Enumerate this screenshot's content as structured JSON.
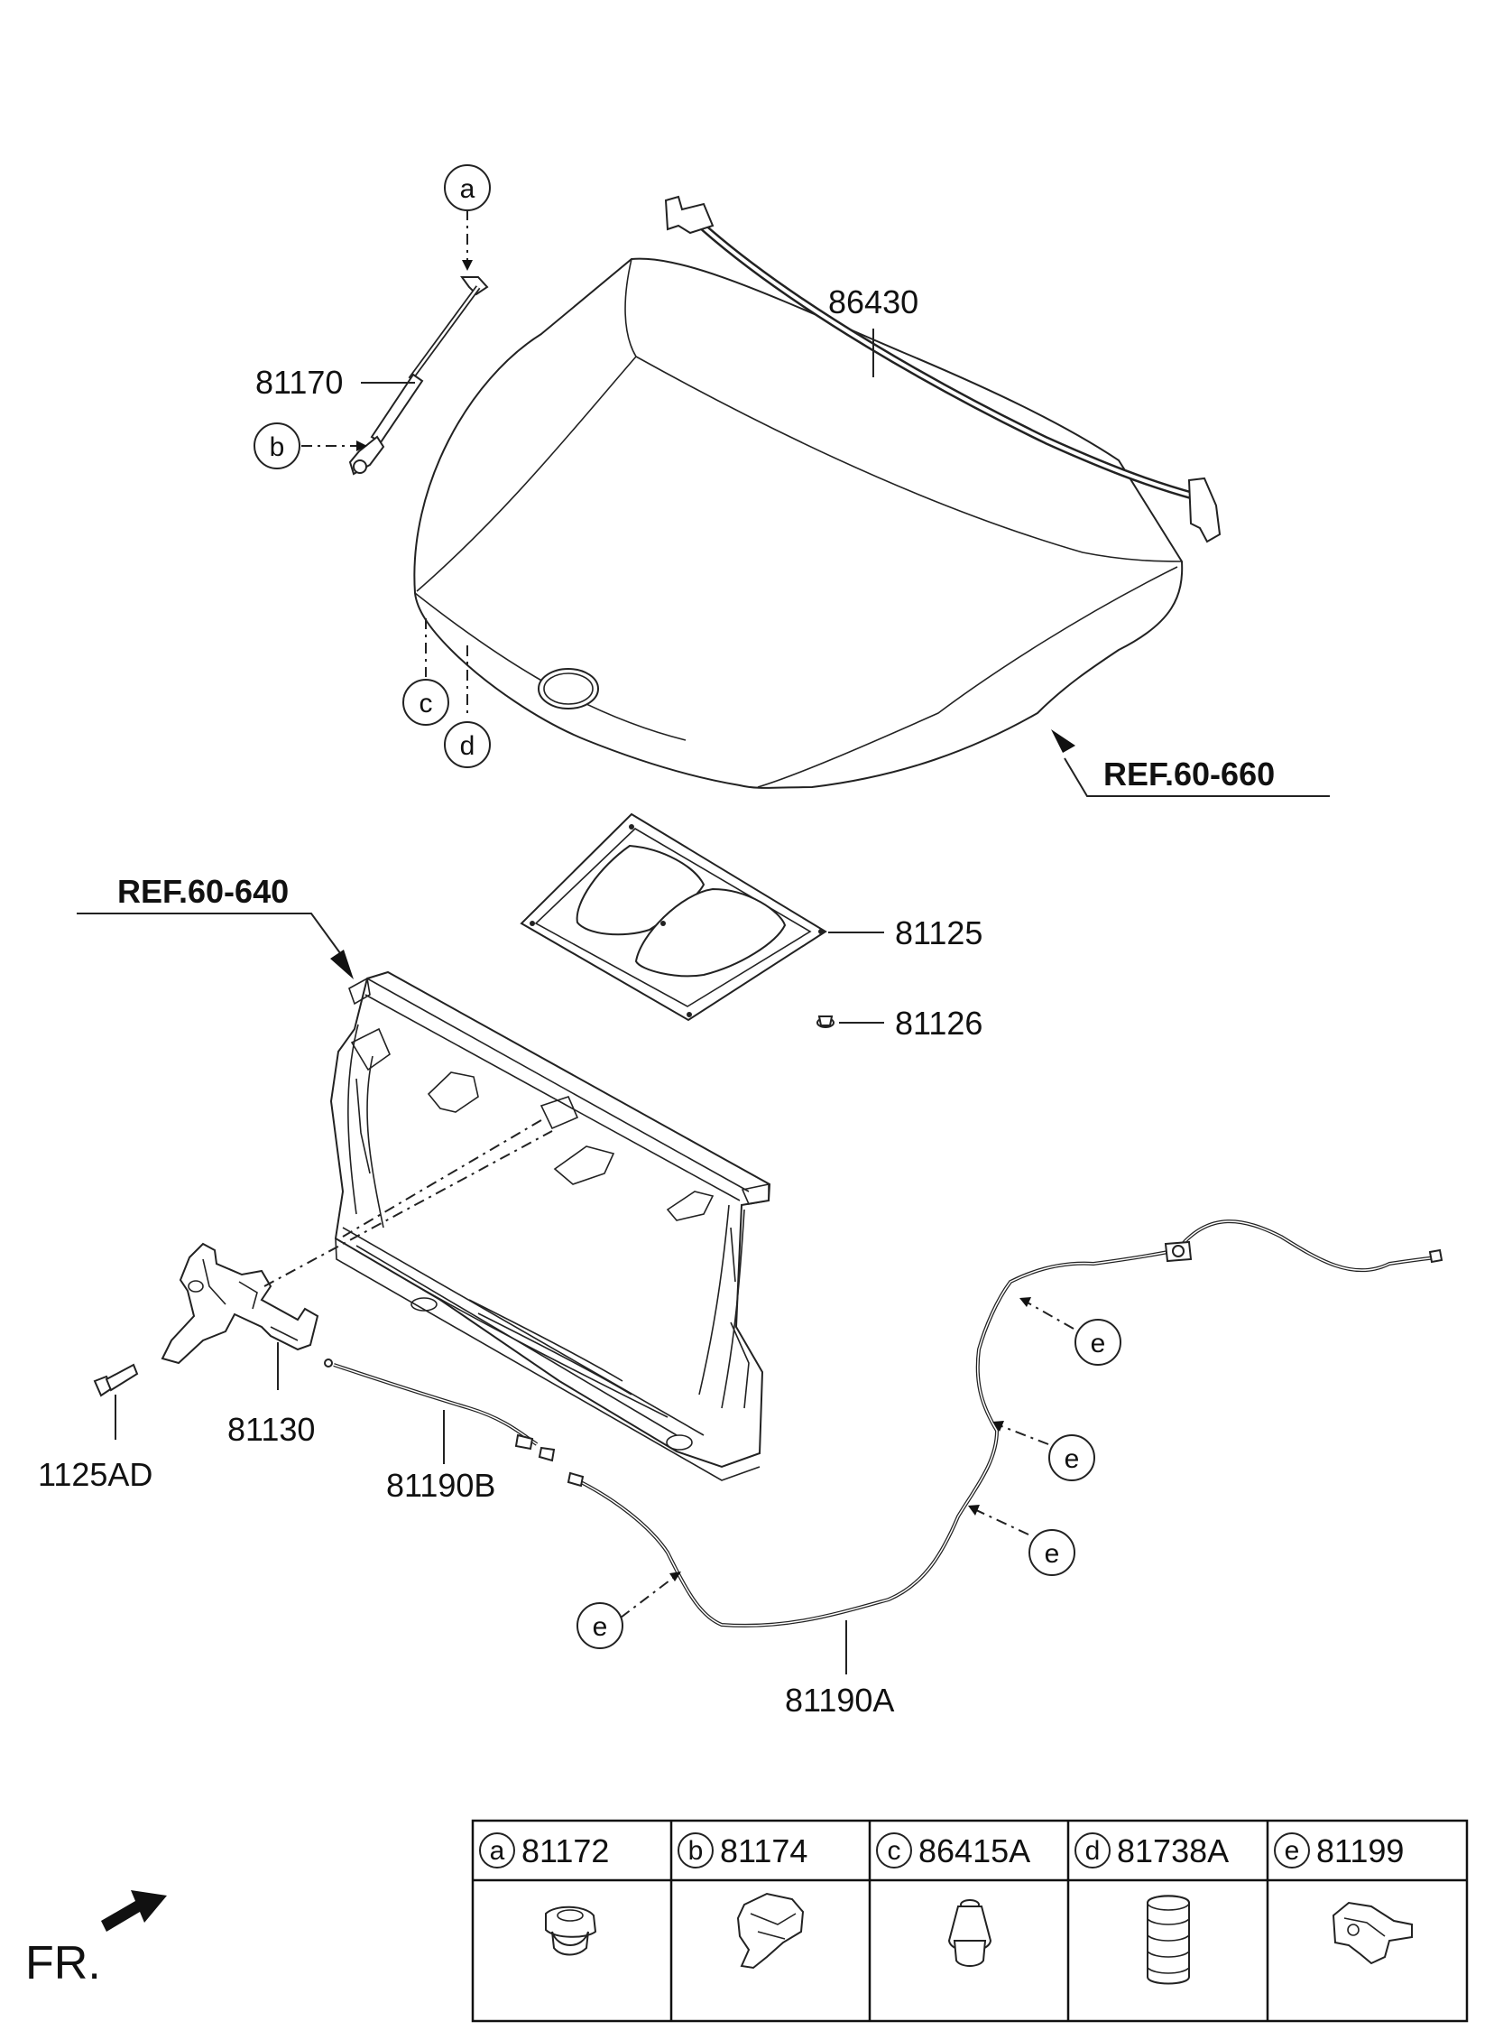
{
  "labels": {
    "hood_weatherstrip": "86430",
    "hood_stay": "81170",
    "insulator_pad": "81125",
    "insulator_clip": "81126",
    "hood_latch": "81130",
    "bolt": "1125AD",
    "release_cable_b": "81190B",
    "release_cable_a": "81190A",
    "ref_hood": "REF.60-660",
    "ref_carrier": "REF.60-640",
    "front_marker": "FR."
  },
  "callouts": {
    "a": "a",
    "b": "b",
    "c": "c",
    "d": "d",
    "e": "e"
  },
  "legend": {
    "items": [
      {
        "letter": "a",
        "part": "81172",
        "icon": "grommet-clip-icon"
      },
      {
        "letter": "b",
        "part": "81174",
        "icon": "stay-holder-clip-icon"
      },
      {
        "letter": "c",
        "part": "86415A",
        "icon": "rubber-stopper-icon"
      },
      {
        "letter": "d",
        "part": "81738A",
        "icon": "overslam-bumper-icon"
      },
      {
        "letter": "e",
        "part": "81199",
        "icon": "cable-clip-icon"
      }
    ]
  }
}
